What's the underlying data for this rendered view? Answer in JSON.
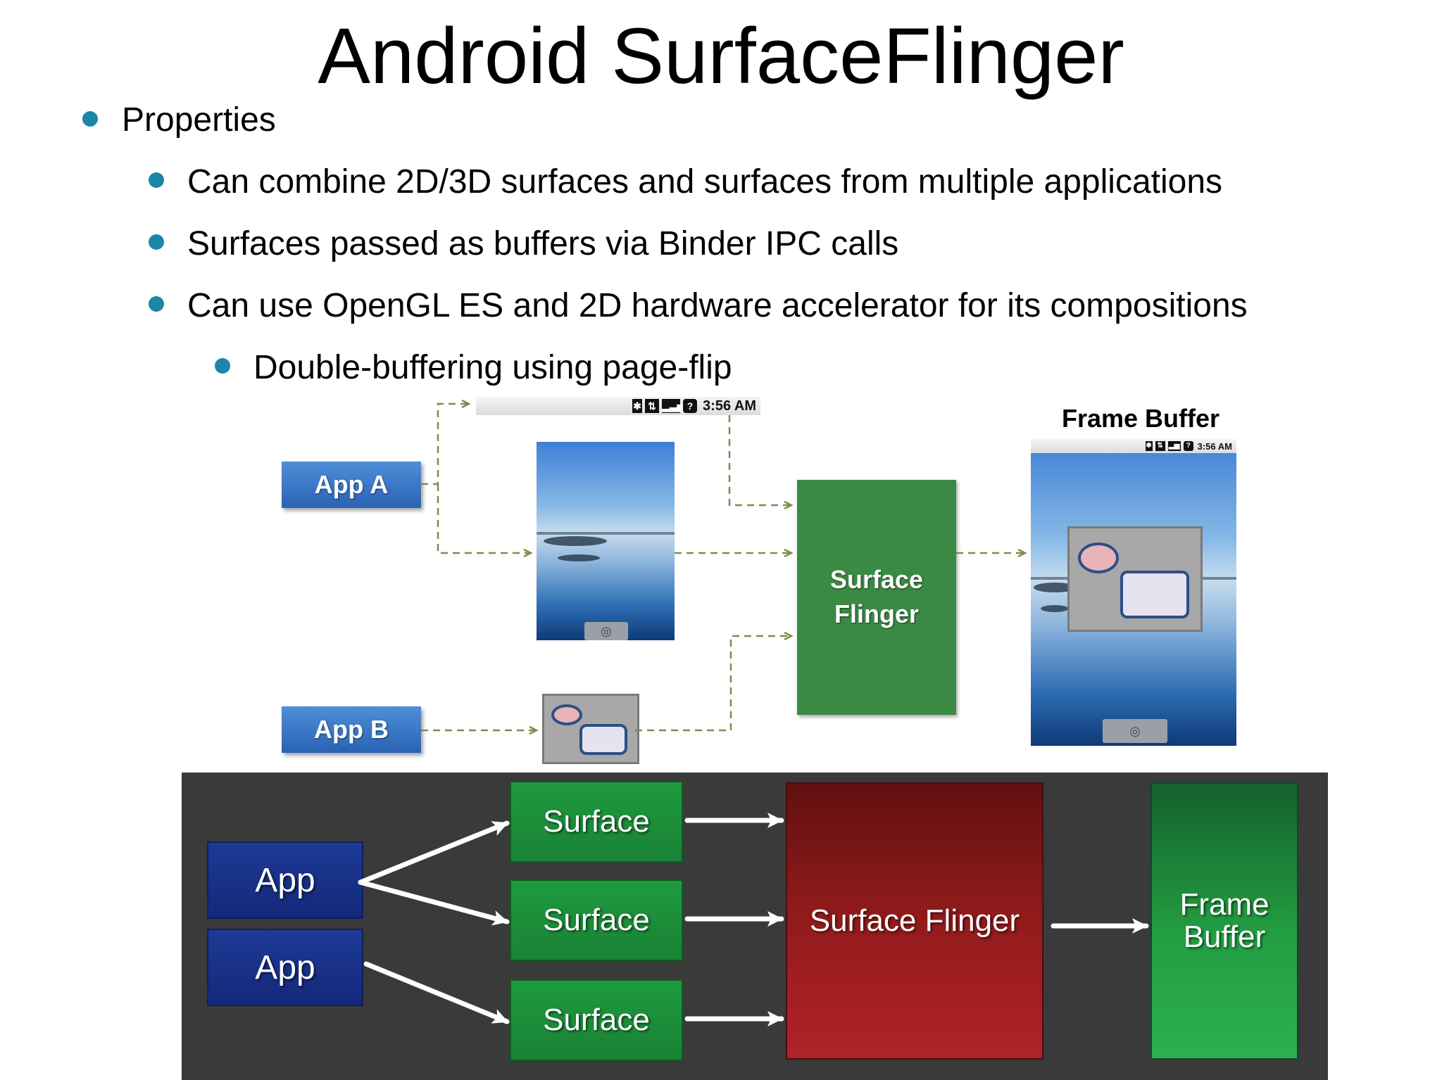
{
  "title": "Android SurfaceFlinger",
  "bullets": [
    {
      "text": "Properties",
      "level": 1
    },
    {
      "text": "Can combine 2D/3D surfaces and surfaces from multiple applications",
      "level": 2
    },
    {
      "text": "Surfaces passed as buffers via Binder IPC calls",
      "level": 2
    },
    {
      "text": "Can use OpenGL ES and 2D hardware accelerator for its compositions",
      "level": 2
    },
    {
      "text": "Double-buffering using page-flip",
      "level": 3
    }
  ],
  "top_diagram": {
    "app_a": "App A",
    "app_b": "App B",
    "status_time": "3:56 AM",
    "surface_flinger_line1": "Surface",
    "surface_flinger_line2": "Flinger",
    "frame_buffer_title": "Frame Buffer",
    "fb_status_time": "3:56 AM"
  },
  "bottom_diagram": {
    "app1": "App",
    "app2": "App",
    "surfaces": [
      "Surface",
      "Surface",
      "Surface"
    ],
    "surface_flinger": "Surface Flinger",
    "frame_buffer_line1": "Frame",
    "frame_buffer_line2": "Buffer"
  },
  "colors": {
    "bullet_dot": "#1a86a8",
    "app_button": "#2a62b4",
    "surface_flinger_green": "#3a8a44",
    "dashed_arrow": "#7a8f4a",
    "bottom_background": "#3a3a3a",
    "bottom_app_blue": "#1d3a96",
    "bottom_surface_green": "#1e9a3e",
    "bottom_flinger_red": "#8f1a1a",
    "bottom_frame_buffer_green": "#239e42"
  }
}
